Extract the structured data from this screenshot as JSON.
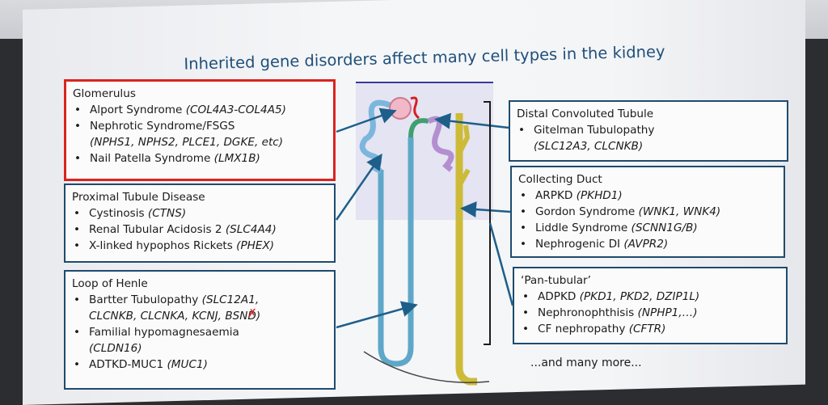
{
  "title": "Inherited gene disorders affect many cell types in the kidney",
  "glomerulus": {
    "heading": "Glomerulus",
    "alport": "Alport Syndrome ",
    "alport_gene": "(COL4A3-COL4A5)",
    "nephrotic": "Nephrotic Syndrome/FSGS",
    "nephrotic_genes": "(NPHS1, NPHS2, PLCE1, DGKE, etc)",
    "nail": "Nail Patella Syndrome ",
    "nail_gene": "(LMX1B)"
  },
  "proximal": {
    "heading": "Proximal Tubule Disease",
    "cyst": "Cystinosis ",
    "cyst_gene": "(CTNS)",
    "rta": "Renal Tubular Acidosis 2 ",
    "rta_gene": "(SLC4A4)",
    "xlh": "X-linked hypophos Rickets ",
    "xlh_gene": "(PHEX)"
  },
  "henle": {
    "heading": "Loop of Henle",
    "bartter": "Bartter Tubulopathy ",
    "bartter_gene1": "(SLC12A1,",
    "bartter_gene2a": "CLCNKB, CLCNKA, KCNJ",
    "bartter_gene2b": ", BSND)",
    "strike_mark": "✗",
    "fhm": "Familial hypomagnesaemia",
    "fhm_gene": "(CLDN16)",
    "adtkd": "ADTKD-MUC1 ",
    "adtkd_gene": "(MUC1)"
  },
  "dct": {
    "heading": "Distal Convoluted Tubule",
    "gitelman": "Gitelman Tubulopathy",
    "gitelman_genes": "(SLC12A3, CLCNKB)"
  },
  "collecting": {
    "heading": "Collecting Duct",
    "arpkd": "ARPKD ",
    "arpkd_gene": "(PKHD1)",
    "gordon": "Gordon Syndrome ",
    "gordon_gene": "(WNK1, WNK4)",
    "liddle": "Liddle Syndrome ",
    "liddle_gene": "(SCNN1G/B)",
    "ndi": "Nephrogenic DI ",
    "ndi_gene": "(AVPR2)"
  },
  "pantubular": {
    "heading": "‘Pan-tubular’",
    "adpkd": "ADPKD ",
    "adpkd_gene": "(PKD1, PKD2, DZIP1L)",
    "nphp": "Nephronophthisis ",
    "nphp_gene": "(NPHP1,…)",
    "cf": "CF nephropathy ",
    "cf_gene": "(CFTR)"
  },
  "more": "...and many more...",
  "colors": {
    "box_border": "#1e4b6e",
    "highlight_border": "#d9241f",
    "title": "#1f4f7a",
    "arrow": "#1e5f8a"
  }
}
